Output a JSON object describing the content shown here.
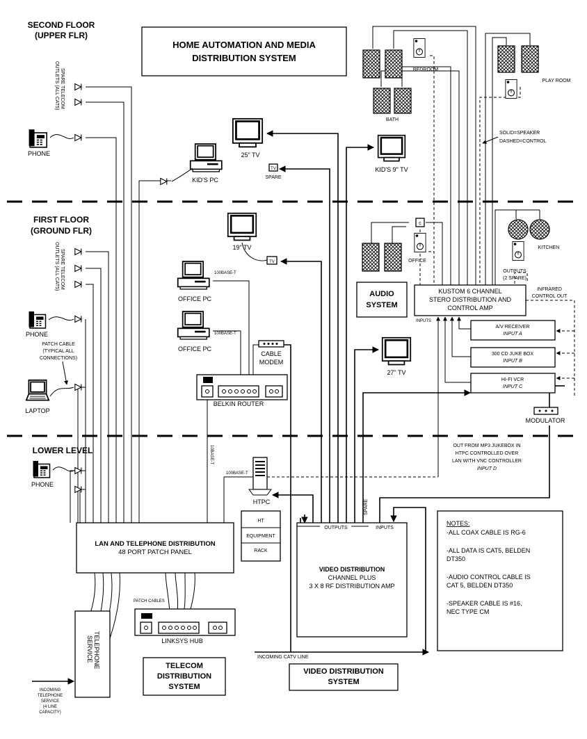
{
  "title": {
    "line1": "HOME AUTOMATION AND MEDIA",
    "line2": "DISTRIBUTION SYSTEM"
  },
  "floors": {
    "second": {
      "line1": "SECOND FLOOR",
      "line2": "(UPPER FLR)"
    },
    "first": {
      "line1": "FIRST FLOOR",
      "line2": "(GROUND FLR)"
    },
    "lower": {
      "line1": "LOWER LEVEL"
    }
  },
  "labels": {
    "spare_outlets_1": "SPARE TELECOM",
    "spare_outlets_2": "OUTLETS (ALL CAT5)",
    "phone": "PHONE",
    "laptop": "LAPTOP",
    "patch_cable_1": "PATCH CABLE",
    "patch_cable_2": "(TYPICAL ALL",
    "patch_cable_3": "CONNECTIONS)",
    "tv25": "25\" TV",
    "tv19": "19\" TV",
    "tv27": "27\" TV",
    "kids_tv": "KID'S 9\" TV",
    "kids_pc": "KID'S PC",
    "spare": "SPARE",
    "tv_small": "TV",
    "office_pc": "OFFICE PC",
    "base_t_100": "100BASE-T",
    "base_t_10": "10BASE-T",
    "cable_modem_1": "CABLE",
    "cable_modem_2": "MODEM",
    "belkin_router": "BELKIN ROUTER",
    "htpc": "HTPC",
    "ht": "HT",
    "equipment": "EQUIPMENT",
    "rack": "RACK",
    "bedroom": "BEDROOM",
    "bath": "BATH",
    "play_room": "PLAY ROOM",
    "office": "OFFICE",
    "kitchen": "KITCHEN",
    "legend_1": "SOLID=SPEAKER",
    "legend_2": "DASHED=CONTROL",
    "outputs_1": "OUTPUTS",
    "outputs_2": "(2 SPARE)",
    "infrared_1": "INFRARED",
    "infrared_2": "CONTROL OUT",
    "audio_system_1": "AUDIO",
    "audio_system_2": "SYSTEM",
    "amp_1": "KUSTOM 6 CHANNEL",
    "amp_2": "STERO DISTRIBUTION AND",
    "amp_3": "CONTROL AMP",
    "inputs": "INPUTS",
    "av_receiver": "A/V RECEIVER",
    "input_a": "INPUT A",
    "jukebox": "300 CD JUKE BOX",
    "input_b": "INPUT B",
    "hifi_vcr": "HI-FI VCR",
    "input_c": "INPUT C",
    "modulator": "MODULATOR",
    "mp3_1": "OUT FROM MP3 JUKEBOX IN",
    "mp3_2": "HTPC CONTROLLED OVER",
    "mp3_3": "LAN WITH VNC CONTROLLER",
    "input_d": "INPUT D",
    "lan_dist_1": "LAN AND TELEPHONE DISTRIBUTION",
    "lan_dist_2": "48 PORT PATCH PANEL",
    "video_outputs": "OUTPUTS",
    "video_inputs": "INPUTS",
    "video_dist_1": "VIDEO DISTRIBUTION",
    "video_dist_2": "CHANNEL PLUS",
    "video_dist_3": "3 X 8 RF DISTRIBUTION AMP",
    "notes_title": "NOTES:",
    "note_1a": "-ALL COAX CABLE IS RG-6",
    "note_2a": "-ALL DATA IS CAT5, BELDEN",
    "note_2b": "DT350",
    "note_3a": "-AUDIO CONTROL CABLE IS",
    "note_3b": "CAT 5, BELDEN DT350",
    "note_4a": "-SPEAKER CABLE IS #16,",
    "note_4b": "NEC TYPE CM",
    "patch_cables": "PATCH CABLES",
    "linksys_hub": "LINKSYS HUB",
    "telephone_service_1": "TELEPHONE",
    "telephone_service_2": "SERVICE",
    "incoming_catv": "INCOMING CATV LINE",
    "incoming_tel_1": "INCOMING",
    "incoming_tel_2": "TELEPHONE",
    "incoming_tel_3": "SERVICE",
    "incoming_tel_4": "(4 LINE",
    "incoming_tel_5": "CAPACITY)",
    "telecom_dist_1": "TELECOM",
    "telecom_dist_2": "DISTRIBUTION",
    "telecom_dist_3": "SYSTEM",
    "video_sys_1": "VIDEO DISTRIBUTION",
    "video_sys_2": "SYSTEM"
  }
}
